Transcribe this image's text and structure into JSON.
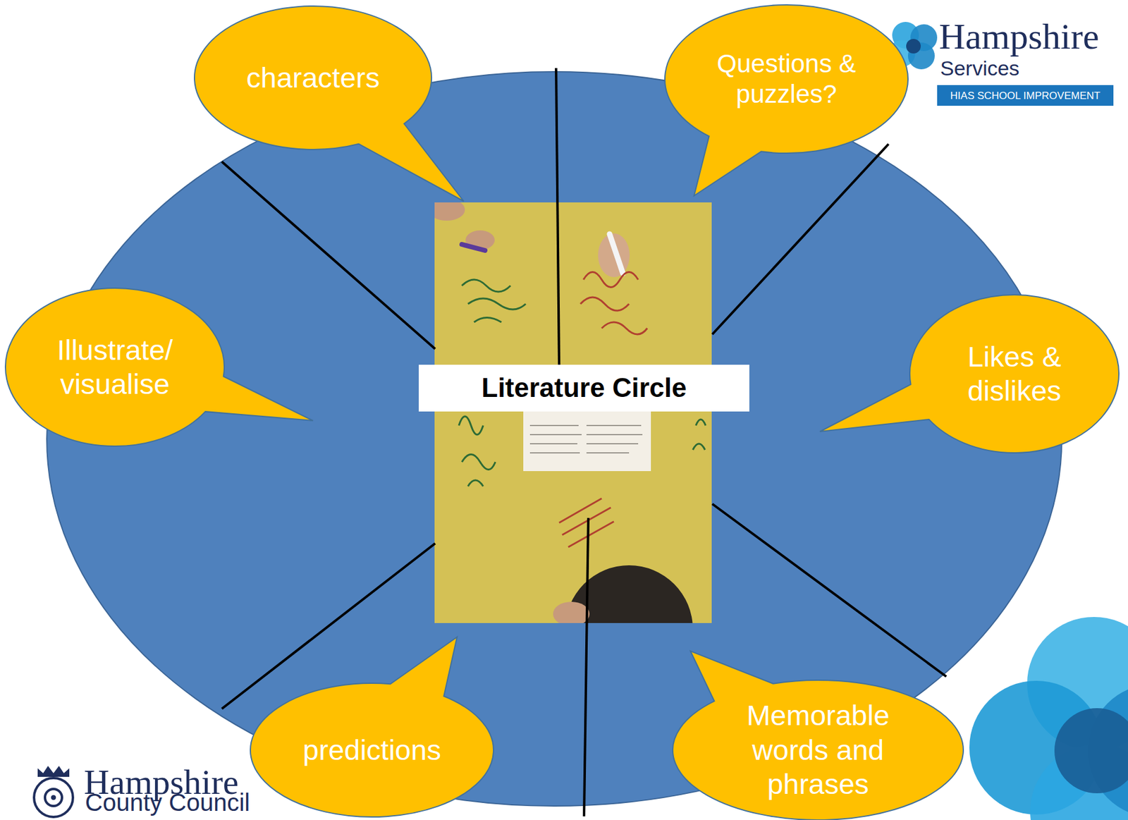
{
  "diagram": {
    "nodes": [
      {
        "text": [
          "characters"
        ]
      },
      {
        "text": [
          "Questions & puzzles?"
        ]
      },
      {
        "text": [
          "Illustrate/ visualise"
        ]
      },
      {
        "text": [
          "Literature Circle"
        ]
      },
      {
        "text": [
          "Likes & dislikes"
        ]
      },
      {
        "text": [
          "predictions"
        ]
      },
      {
        "text": [
          "Memorable words and phrases"
        ]
      }
    ],
    "labels": [
      "Hampshire",
      "Services",
      "HIAS SCHOOL IMPROVEMENT",
      "Hampshire",
      "County Council"
    ]
  }
}
